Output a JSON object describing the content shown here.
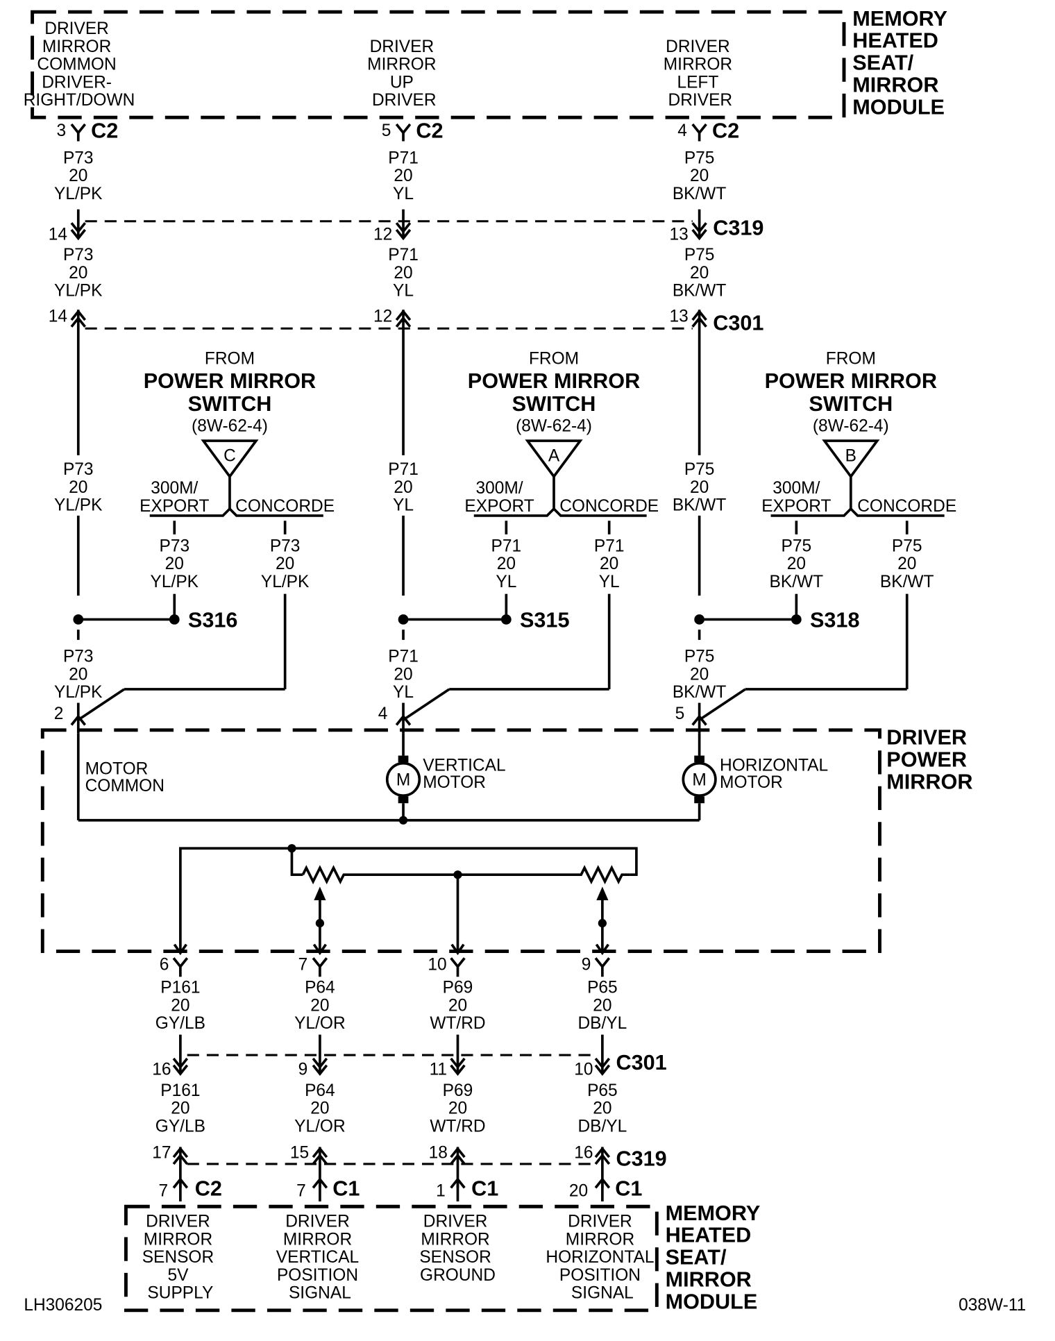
{
  "modules": {
    "top": {
      "name": [
        "MEMORY",
        "HEATED",
        "SEAT/",
        "MIRROR",
        "MODULE"
      ],
      "pins": [
        [
          "DRIVER",
          "MIRROR",
          "COMMON",
          "DRIVER-",
          "RIGHT/DOWN"
        ],
        [
          "DRIVER",
          "MIRROR",
          "UP",
          "DRIVER"
        ],
        [
          "DRIVER",
          "MIRROR",
          "LEFT",
          "DRIVER"
        ]
      ]
    },
    "bottom": {
      "name": [
        "MEMORY",
        "HEATED",
        "SEAT/",
        "MIRROR",
        "MODULE"
      ],
      "pins": [
        [
          "DRIVER",
          "MIRROR",
          "SENSOR",
          "5V",
          "SUPPLY"
        ],
        [
          "DRIVER",
          "MIRROR",
          "VERTICAL",
          "POSITION",
          "SIGNAL"
        ],
        [
          "DRIVER",
          "MIRROR",
          "SENSOR",
          "GROUND"
        ],
        [
          "DRIVER",
          "MIRROR",
          "HORIZONTAL",
          "POSITION",
          "SIGNAL"
        ]
      ]
    },
    "mirror": {
      "name": [
        "DRIVER",
        "POWER",
        "MIRROR"
      ],
      "motor_common": [
        "MOTOR",
        "COMMON"
      ],
      "vertical_motor": [
        "VERTICAL",
        "MOTOR"
      ],
      "horizontal_motor": [
        "HORIZONTAL",
        "MOTOR"
      ],
      "motor_symbol": "M"
    }
  },
  "connectors": {
    "top_c2": [
      {
        "pin": "3",
        "name": "C2"
      },
      {
        "pin": "5",
        "name": "C2"
      },
      {
        "pin": "4",
        "name": "C2"
      }
    ],
    "c319_upper": {
      "name": "C319",
      "pins": [
        "14",
        "12",
        "13"
      ]
    },
    "c301_upper": {
      "name": "C301",
      "pins": [
        "14",
        "12",
        "13"
      ]
    },
    "mirror_pins": [
      "2",
      "4",
      "5"
    ],
    "mirror_sensor_pins": [
      "6",
      "7",
      "10",
      "9"
    ],
    "c301_lower": {
      "name": "C301",
      "pins": [
        "16",
        "9",
        "11",
        "10"
      ]
    },
    "c319_lower": {
      "name": "C319",
      "pins": [
        "17",
        "15",
        "18",
        "16"
      ]
    },
    "bottom_module": [
      {
        "pin": "7",
        "name": "C2"
      },
      {
        "pin": "7",
        "name": "C1"
      },
      {
        "pin": "1",
        "name": "C1"
      },
      {
        "pin": "20",
        "name": "C1"
      }
    ]
  },
  "wires": {
    "p73": [
      "P73",
      "20",
      "YL/PK"
    ],
    "p71": [
      "P71",
      "20",
      "YL"
    ],
    "p75": [
      "P75",
      "20",
      "BK/WT"
    ],
    "p161": [
      "P161",
      "20",
      "GY/LB"
    ],
    "p64": [
      "P64",
      "20",
      "YL/OR"
    ],
    "p69": [
      "P69",
      "20",
      "WT/RD"
    ],
    "p65": [
      "P65",
      "20",
      "DB/YL"
    ]
  },
  "switch_feeds": [
    {
      "from": "FROM",
      "title": [
        "POWER MIRROR",
        "SWITCH"
      ],
      "ref": "(8W-62-4)",
      "letter": "C",
      "left": [
        "300M/",
        "EXPORT"
      ],
      "right": "CONCORDE",
      "splice": "S316"
    },
    {
      "from": "FROM",
      "title": [
        "POWER MIRROR",
        "SWITCH"
      ],
      "ref": "(8W-62-4)",
      "letter": "A",
      "left": [
        "300M/",
        "EXPORT"
      ],
      "right": "CONCORDE",
      "splice": "S315"
    },
    {
      "from": "FROM",
      "title": [
        "POWER MIRROR",
        "SWITCH"
      ],
      "ref": "(8W-62-4)",
      "letter": "B",
      "left": [
        "300M/",
        "EXPORT"
      ],
      "right": "CONCORDE",
      "splice": "S318"
    }
  ],
  "footer": {
    "left": "LH306205",
    "right": "038W-11"
  }
}
